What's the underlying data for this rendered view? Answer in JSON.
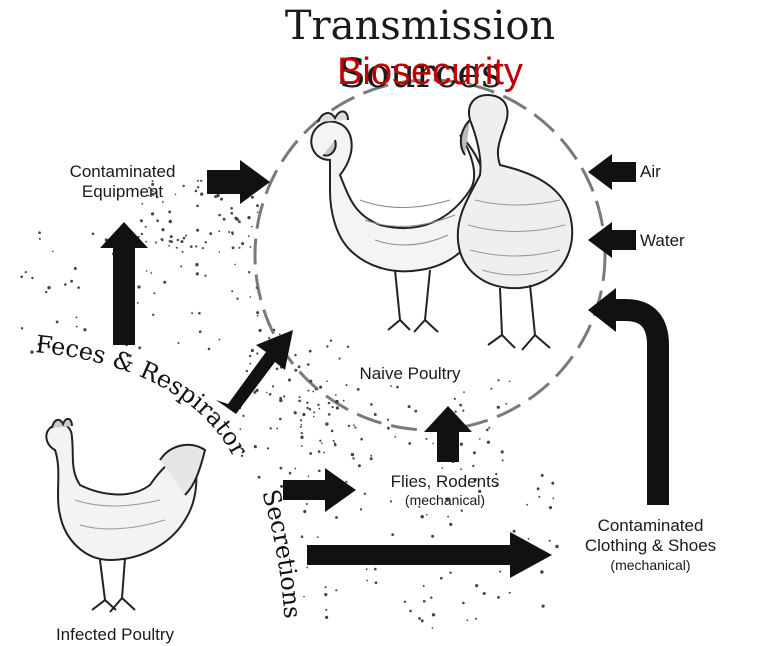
{
  "title": "Transmission Sources",
  "subtitle": "Biosecurity",
  "labels": {
    "contaminated_equipment": [
      "Contaminated",
      "Equipment"
    ],
    "air": "Air",
    "water": "Water",
    "naive_poultry": "Naive Poultry",
    "feces": "Feces & Respiratory",
    "secretions": "Secretions",
    "flies_rodents": "Flies, Rodents",
    "flies_mechanical": "(mechanical)",
    "clothing": [
      "Contaminated",
      "Clothing & Shoes"
    ],
    "clothing_mechanical": "(mechanical)",
    "infected_poultry": "Infected Poultry"
  },
  "colors": {
    "subtitle": "#c00000",
    "ink": "#111111",
    "circle": "#7a7a7a"
  },
  "icons": [
    "chicken-illustration",
    "turkey-illustration",
    "infected-chicken-illustration"
  ]
}
